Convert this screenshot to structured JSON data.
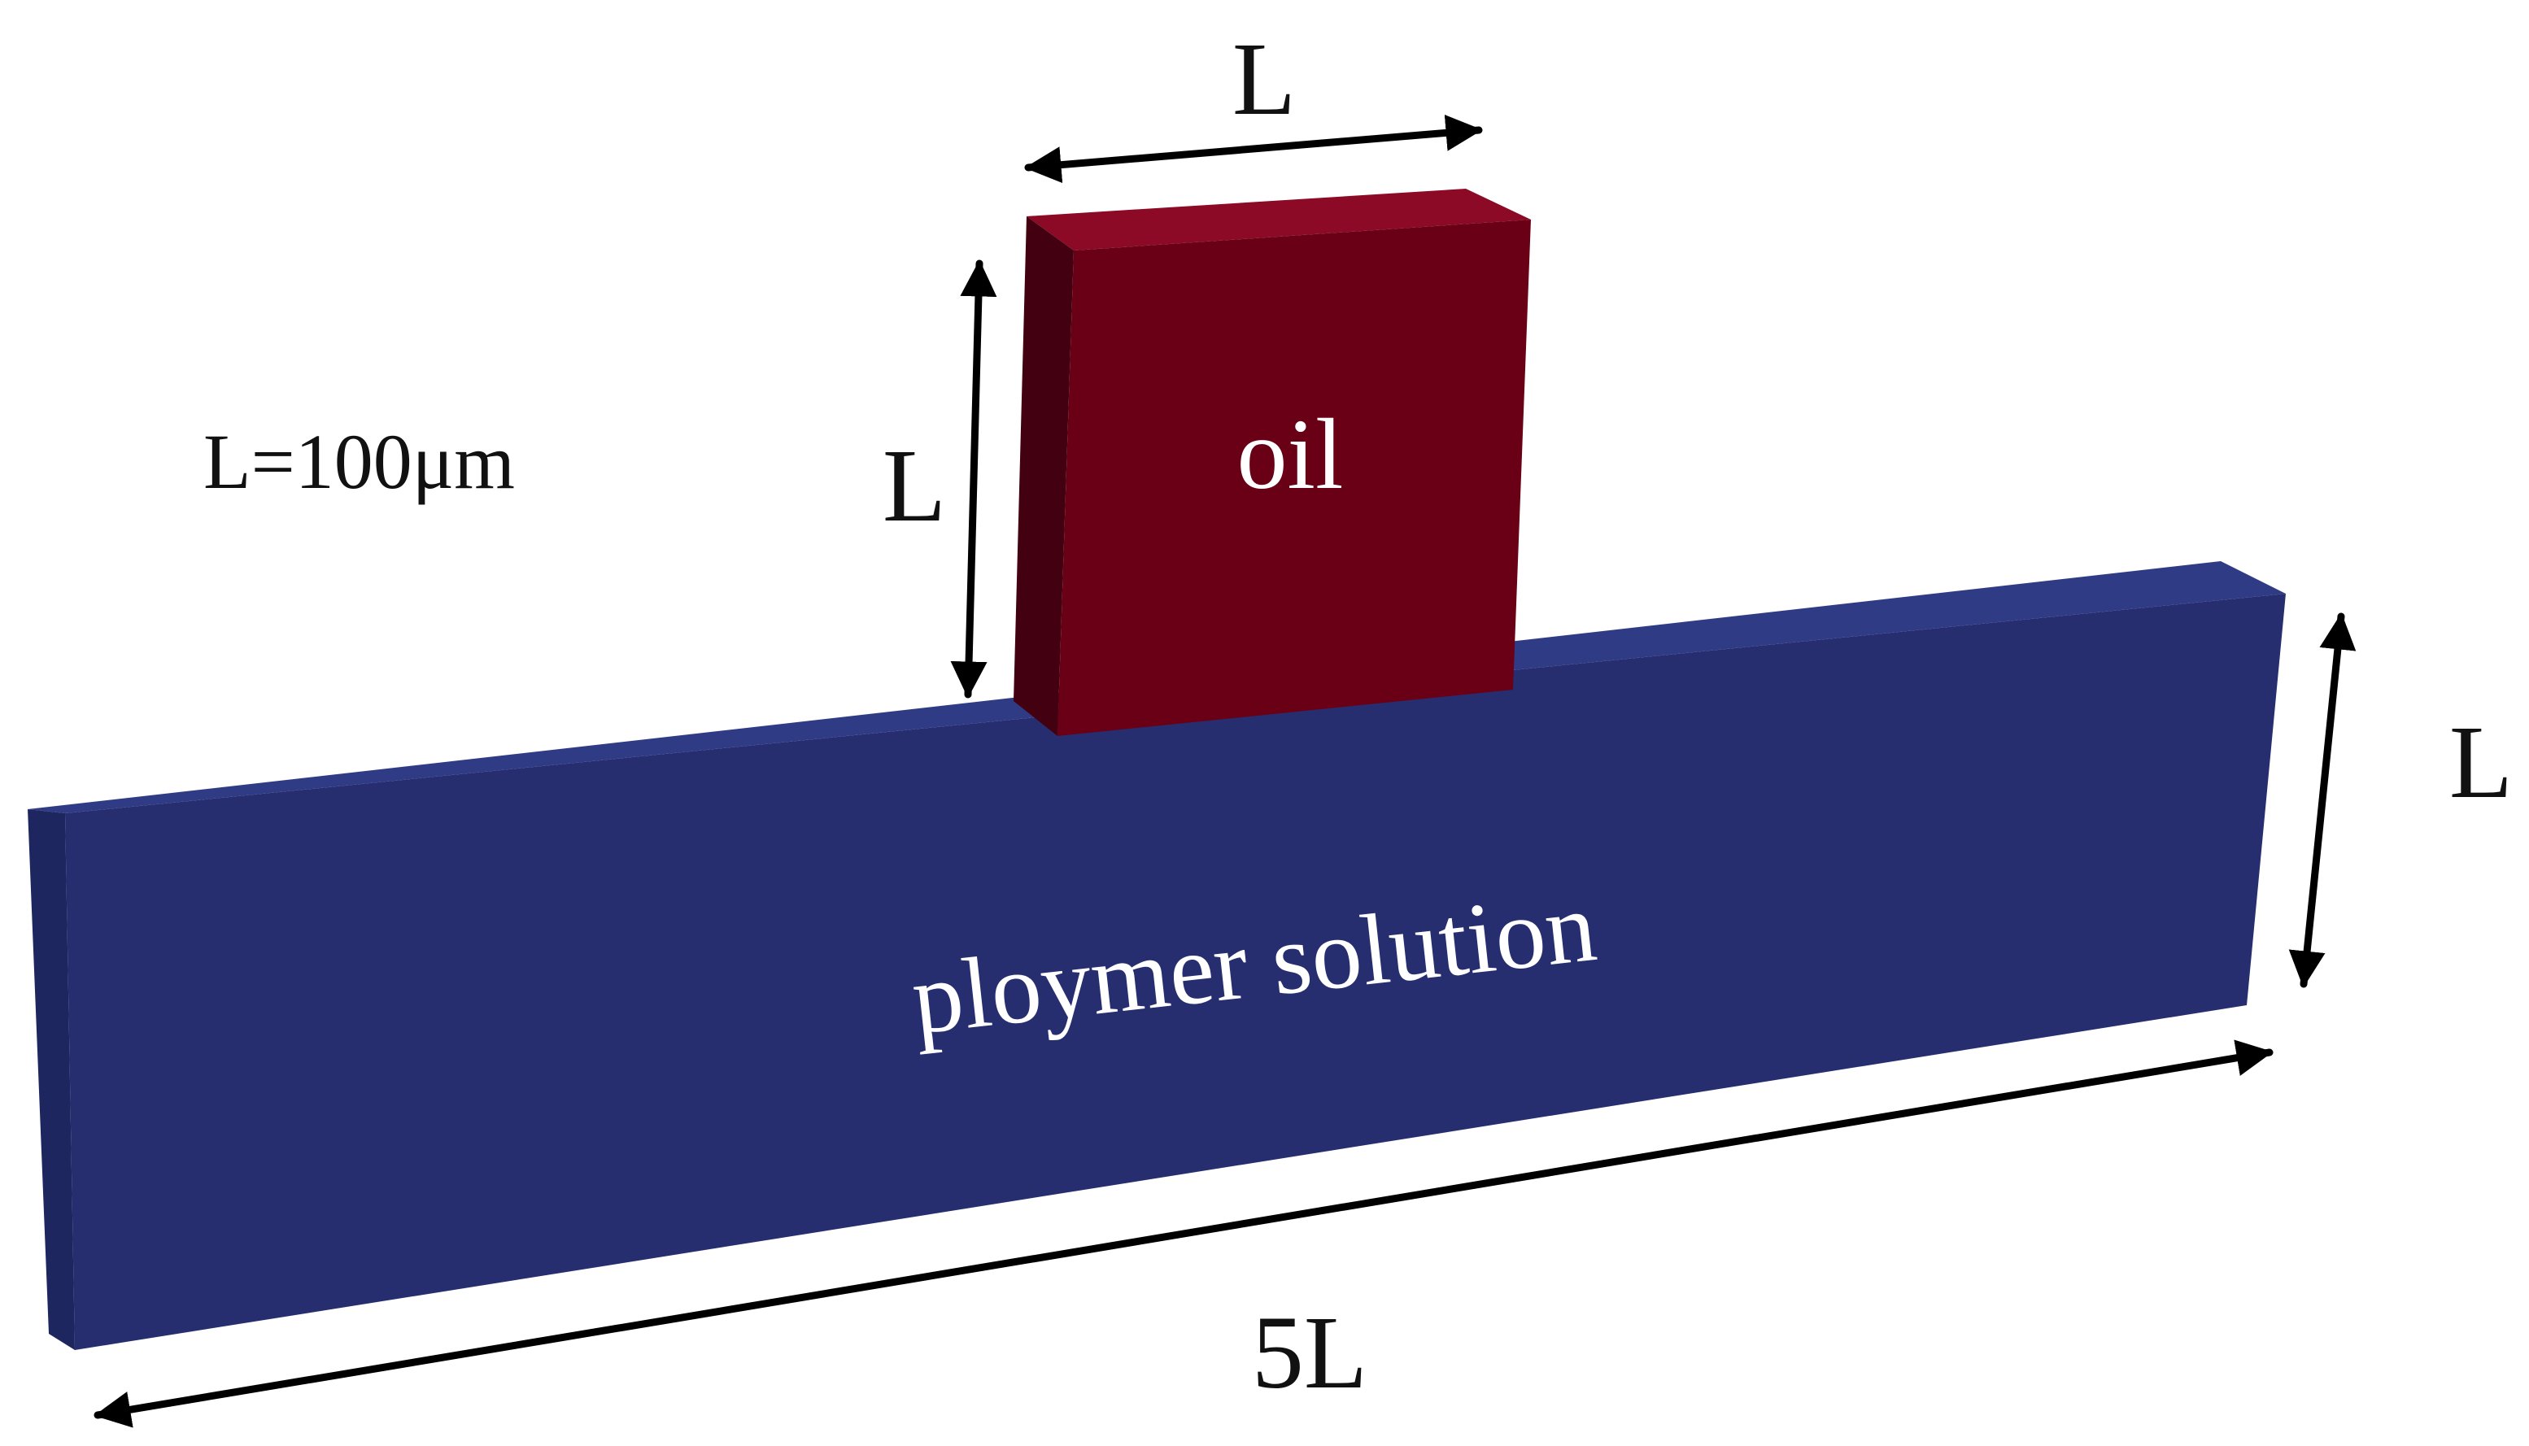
{
  "labels": {
    "scale_note": "L=100μm",
    "oil": "oil",
    "channel": "ploymer solution",
    "oil_width": "L",
    "oil_height": "L",
    "channel_height": "L",
    "channel_length": "5L"
  },
  "colors": {
    "oil_front": "#6a0016",
    "oil_top": "#8c0a26",
    "oil_side": "#430010",
    "channel_front": "#262e70",
    "channel_top": "#303b86",
    "channel_side": "#1e2660",
    "arrow": "#000000",
    "text_dark": "#111111",
    "text_light": "#ffffff"
  }
}
